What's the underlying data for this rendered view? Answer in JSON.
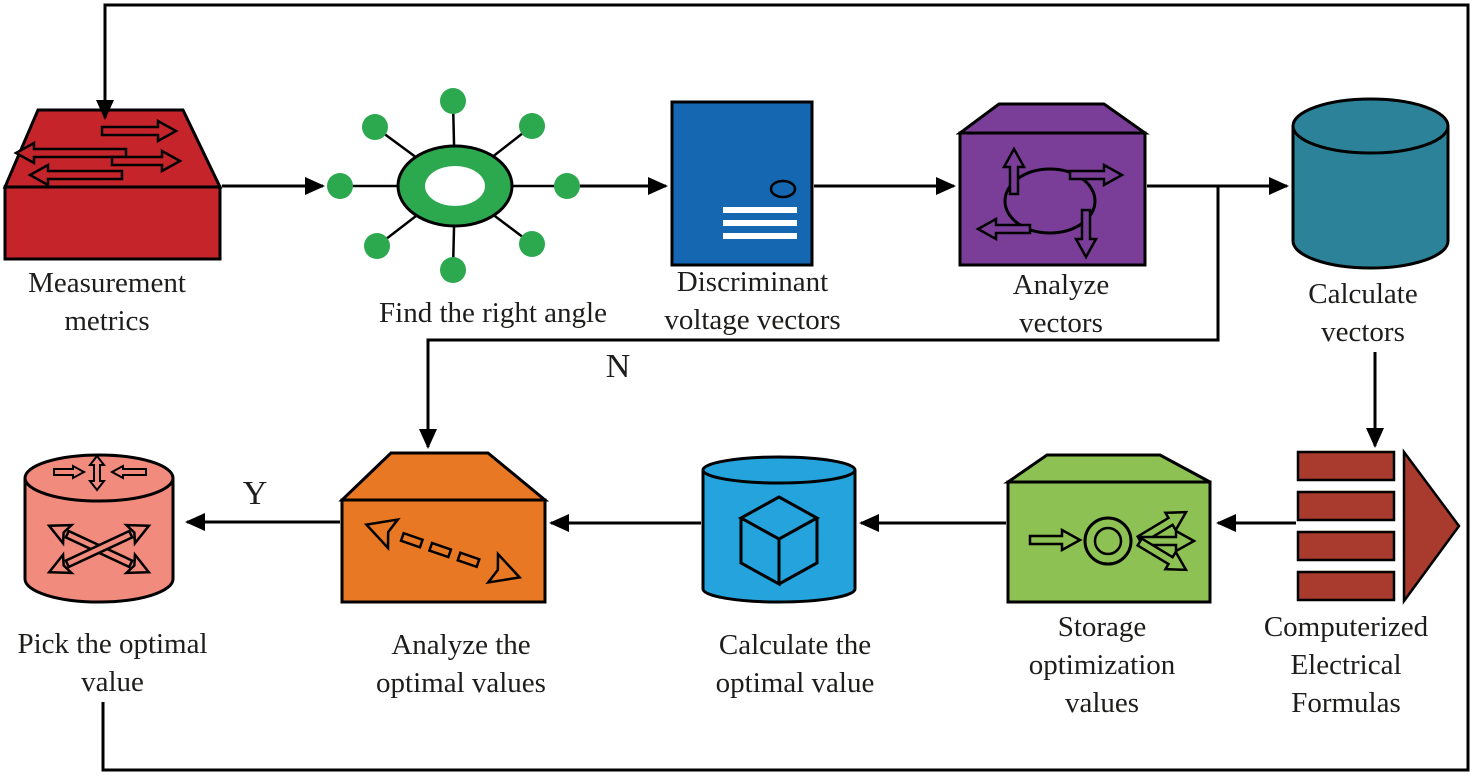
{
  "figure": {
    "type": "flowchart",
    "background": "#ffffff",
    "line_color": "#000000",
    "text_color": "#1d1d1b"
  },
  "branch": {
    "no": "N",
    "yes": "Y"
  },
  "nodes": [
    {
      "id": "measurement-metrics",
      "label": "Measurement metrics",
      "shape": "switch-3d",
      "icon": "switch-arrows-icon",
      "color": "#C5242B"
    },
    {
      "id": "find-right-angle",
      "label": "Find the right angle",
      "shape": "hub",
      "icon": "hub-spokes-icon",
      "color": "#2CA94F"
    },
    {
      "id": "discriminant-voltage-vectors",
      "label": "Discriminant voltage vectors",
      "shape": "server",
      "icon": "server-panel-icon",
      "color": "#1667B2"
    },
    {
      "id": "analyze-vectors",
      "label": "Analyze vectors",
      "shape": "box-3d",
      "icon": "circulating-arrows-icon",
      "color": "#7B3E98"
    },
    {
      "id": "calculate-vectors",
      "label": "Calculate vectors",
      "shape": "cylinder",
      "icon": "none",
      "color": "#2C8399"
    },
    {
      "id": "computerized-electrical-formulas",
      "label": "Computerized Electrical Formulas",
      "shape": "bars-arrow",
      "icon": "stacked-bars-right-arrow-icon",
      "color": "#A83B2E"
    },
    {
      "id": "storage-optimization-values",
      "label": "Storage optimization values",
      "shape": "box-3d",
      "icon": "fan-out-arrows-icon",
      "color": "#8DC153"
    },
    {
      "id": "calculate-the-optimal-value",
      "label": "Calculate the optimal value",
      "shape": "cylinder",
      "icon": "cube-icon",
      "color": "#24A3DC"
    },
    {
      "id": "analyze-the-optimal-values",
      "label": "Analyze the optimal values",
      "shape": "box-3d",
      "icon": "dashed-double-arrow-icon",
      "color": "#E87823"
    },
    {
      "id": "pick-the-optimal-value",
      "label": "Pick the optimal value",
      "shape": "cylinder",
      "icon": "crossed-double-arrows-icon",
      "color": "#F08B7E"
    }
  ],
  "edges": [
    {
      "from": "measurement-metrics",
      "to": "find-right-angle",
      "label": ""
    },
    {
      "from": "find-right-angle",
      "to": "discriminant-voltage-vectors",
      "label": ""
    },
    {
      "from": "discriminant-voltage-vectors",
      "to": "analyze-vectors",
      "label": ""
    },
    {
      "from": "analyze-vectors",
      "to": "calculate-vectors",
      "label": ""
    },
    {
      "from": "analyze-vectors",
      "to": "analyze-the-optimal-values",
      "label": "N"
    },
    {
      "from": "calculate-vectors",
      "to": "computerized-electrical-formulas",
      "label": ""
    },
    {
      "from": "computerized-electrical-formulas",
      "to": "storage-optimization-values",
      "label": ""
    },
    {
      "from": "storage-optimization-values",
      "to": "calculate-the-optimal-value",
      "label": ""
    },
    {
      "from": "calculate-the-optimal-value",
      "to": "analyze-the-optimal-values",
      "label": ""
    },
    {
      "from": "analyze-the-optimal-values",
      "to": "pick-the-optimal-value",
      "label": "Y"
    },
    {
      "from": "pick-the-optimal-value",
      "to": "measurement-metrics",
      "label": ""
    }
  ]
}
